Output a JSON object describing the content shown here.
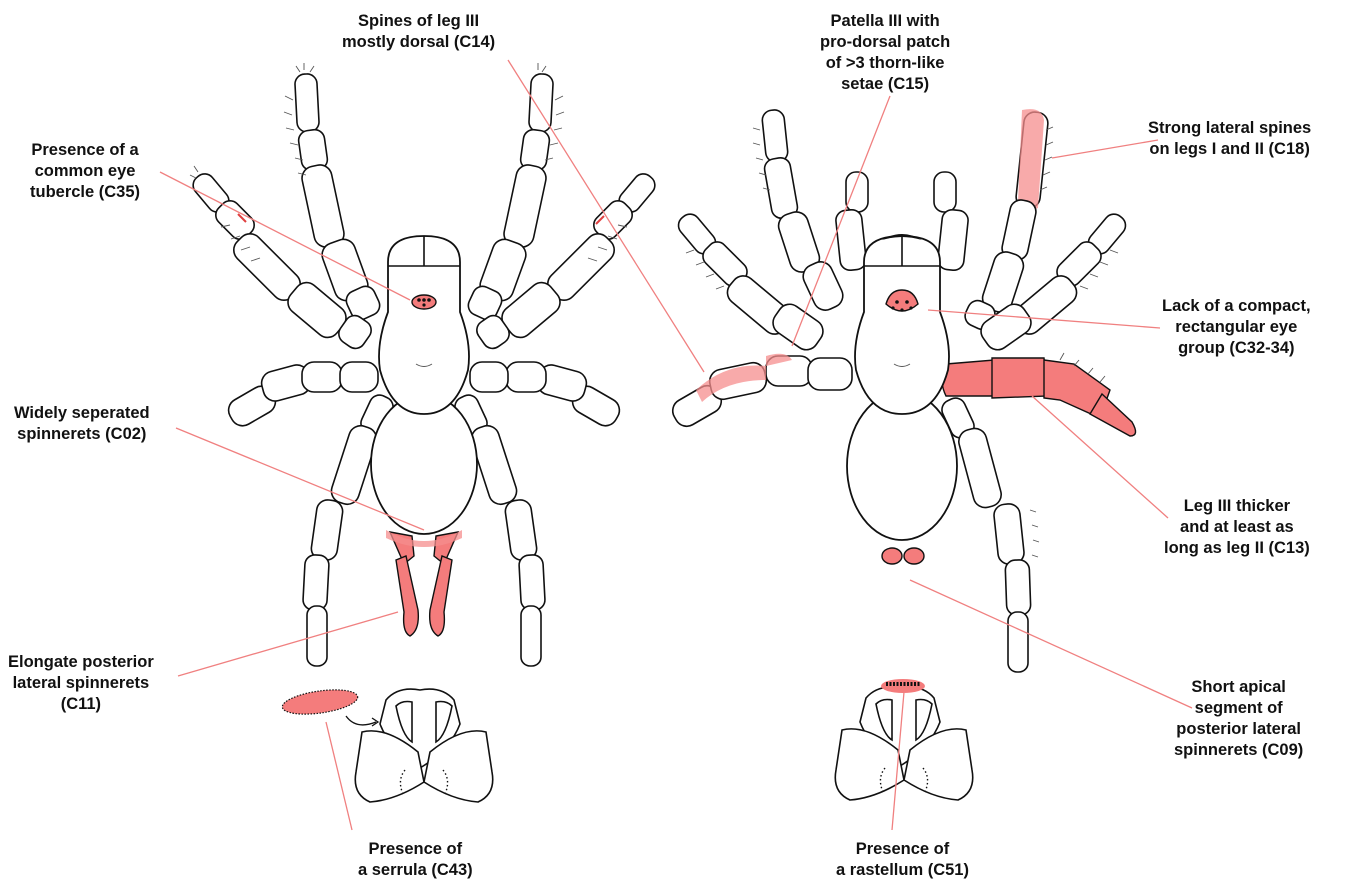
{
  "colors": {
    "highlight": "#f47c7c",
    "leader_line": "#f08080",
    "outline": "#111111",
    "text": "#111111"
  },
  "labels": {
    "c14": [
      "Spines of leg III",
      "mostly dorsal (C14)"
    ],
    "c35": [
      "Presence of a",
      "common eye",
      "tubercle (C35)"
    ],
    "c02": [
      "Widely seperated",
      "spinnerets (C02)"
    ],
    "c11": [
      "Elongate posterior",
      "lateral spinnerets",
      "(C11)"
    ],
    "c43": [
      "Presence of",
      "a serrula (C43)"
    ],
    "c15": [
      "Patella III with",
      "pro-dorsal patch",
      "of >3 thorn-like",
      "setae (C15)"
    ],
    "c18": [
      "Strong lateral spines",
      "on legs I and II (C18)"
    ],
    "c32": [
      "Lack of a compact,",
      "rectangular eye",
      "group (C32-34)"
    ],
    "c13": [
      "Leg III thicker",
      "and at least as",
      "long as leg II (C13)"
    ],
    "c09": [
      "Short apical",
      "segment of",
      "posterior lateral",
      "spinnerets (C09)"
    ],
    "c51": [
      "Presence of",
      "a rastellum (C51)"
    ]
  }
}
